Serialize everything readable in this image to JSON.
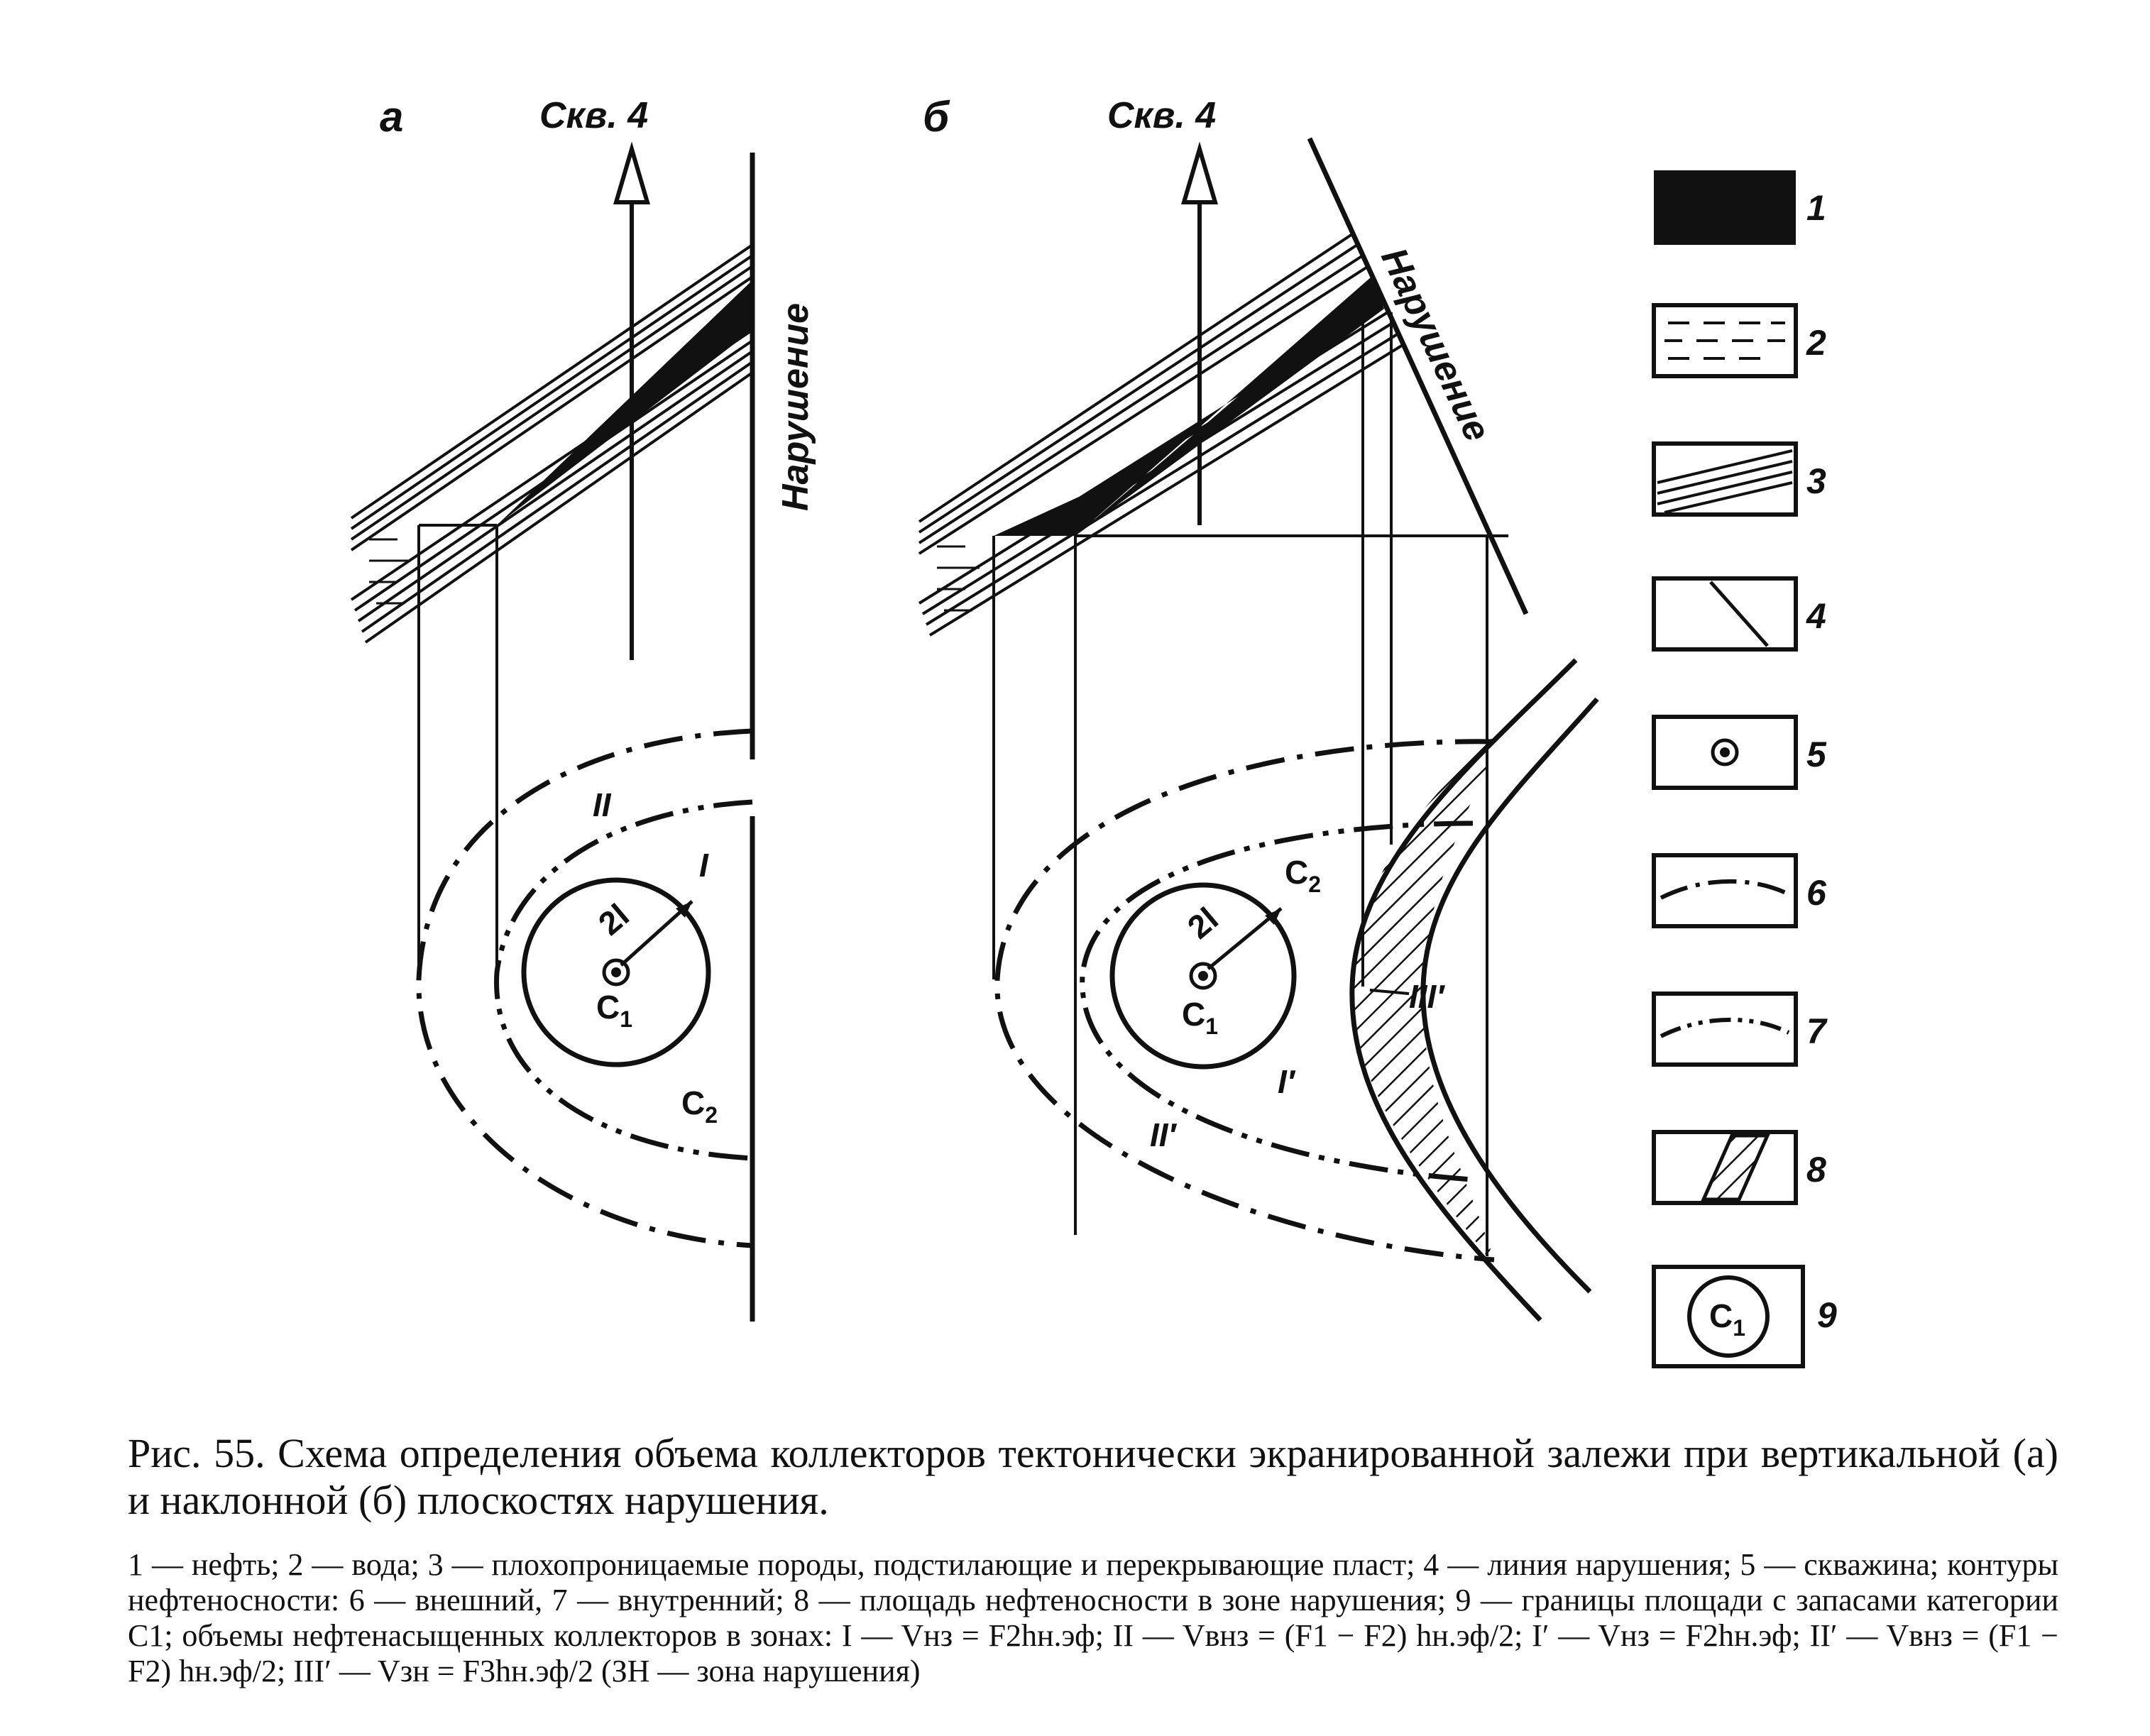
{
  "figure": {
    "panel_a": {
      "letter": "а",
      "well_label": "Скв. 4",
      "fault_label": "Нарушение",
      "zone_I": "I",
      "zone_II": "II",
      "c1": "C",
      "c1_sub": "1",
      "c2": "C",
      "c2_sub": "2",
      "radius_label": "2l"
    },
    "panel_b": {
      "letter": "б",
      "well_label": "Скв. 4",
      "fault_label": "Нарушение",
      "zone_I": "I′",
      "zone_II": "II′",
      "zone_III": "III′",
      "c1": "C",
      "c1_sub": "1",
      "c2": "C",
      "c2_sub": "2",
      "radius_label": "2l"
    },
    "legend": [
      "1",
      "2",
      "3",
      "4",
      "5",
      "6",
      "7",
      "8",
      "9"
    ],
    "legend_c1": "C",
    "legend_c1_sub": "1"
  },
  "caption": "Рис. 55. Схема определения объема коллекторов тектонически экранированной залежи при вертикальной (а) и наклонной (б) плоскостях нарушения.",
  "legend_text": "1 — нефть; 2 — вода; 3 — плохопроницаемые породы, подстилающие и перекрывающие пласт; 4 — линия нарушения; 5 — скважина; контуры нефтеносности: 6 — внешний, 7 — внутренний; 8 — площадь нефтеносности в зоне нарушения; 9 — границы площади с запасами категории C1; объемы нефтенасыщенных коллекторов в зонах: I — Vнз = F2hн.эф; II — Vвнз = (F1 − F2) hн.эф/2; I′ — Vнз = F2hн.эф; II′ — Vвнз = (F1 − F2) hн.эф/2; III′ — Vзн = F3hн.эф/2 (ЗН — зона нарушения)"
}
